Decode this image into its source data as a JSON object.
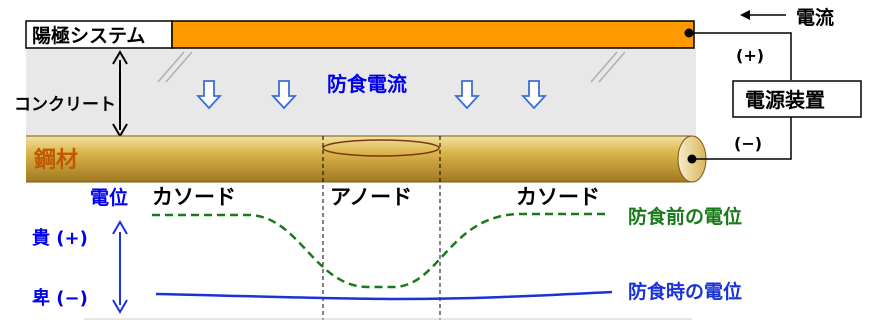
{
  "labels": {
    "anode_system": "陽極システム",
    "concrete": "コンクリート",
    "protection_current": "防食電流",
    "steel": "鋼材",
    "current": "電流",
    "plus": "(+)",
    "minus": "(−)",
    "power_supply": "電源装置",
    "potential": "電位",
    "cathode_left": "カソード",
    "anode": "アノード",
    "cathode_right": "カソード",
    "noble": "貴 (+)",
    "base": "卑 (−)",
    "potential_before": "防食前の電位",
    "potential_during": "防食時の電位"
  },
  "colors": {
    "anode_fill": "#ff9900",
    "concrete_fill": "#e8e8e8",
    "steel_fill": "#d9b24a",
    "steel_label": "#c05a00",
    "blue_text": "#0000ee",
    "green_curve": "#1a7a1a",
    "blue_curve": "#1a32d8"
  },
  "curve_style": {
    "before": "dashed",
    "during": "solid"
  }
}
